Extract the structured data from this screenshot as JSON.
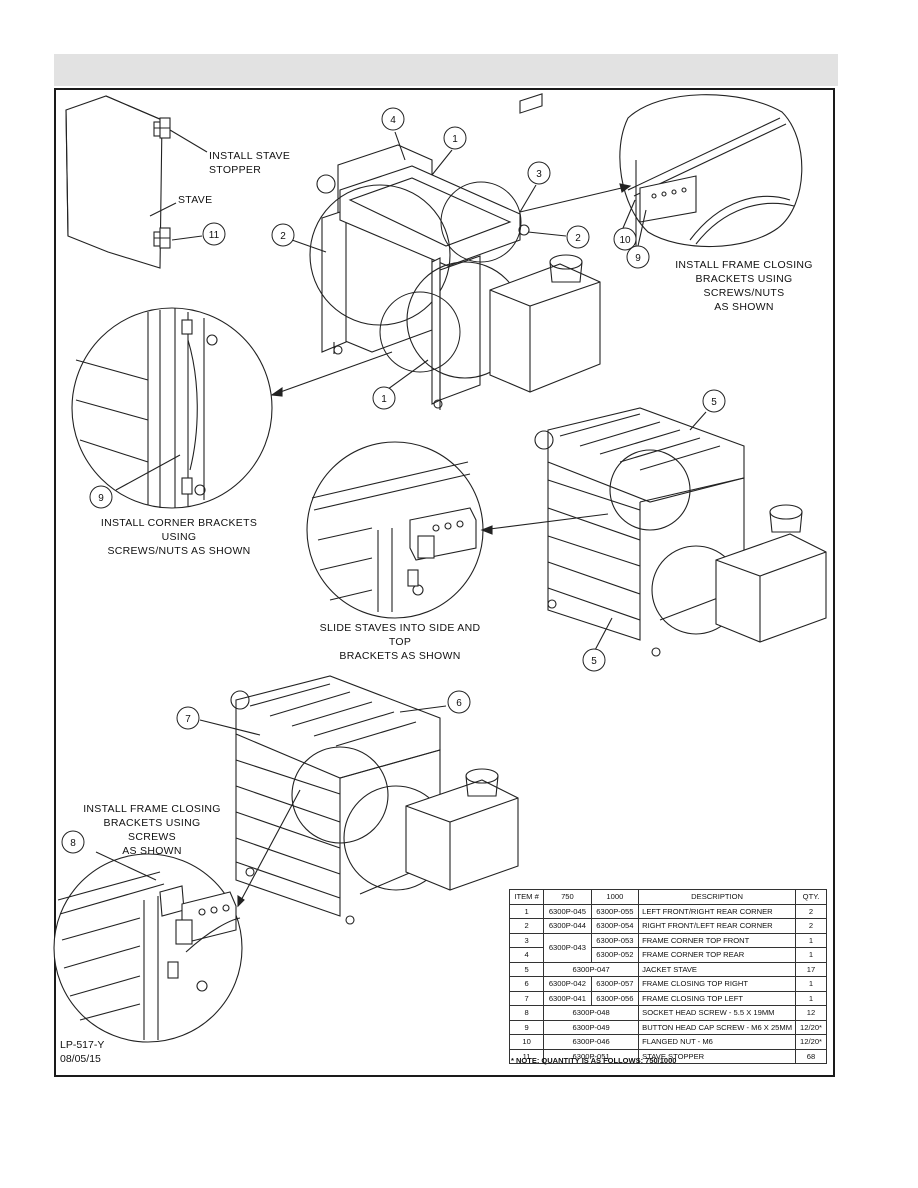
{
  "notes": {
    "install_stave_stopper": [
      "INSTALL STAVE",
      "STOPPER"
    ],
    "stave": "STAVE",
    "install_frame_closing_top": [
      "INSTALL FRAME CLOSING",
      "BRACKETS USING SCREWS/NUTS",
      "AS SHOWN"
    ],
    "install_corner_brackets": [
      "INSTALL CORNER BRACKETS USING",
      "SCREWS/NUTS AS SHOWN"
    ],
    "slide_staves": [
      "SLIDE STAVES INTO SIDE AND TOP",
      "BRACKETS AS SHOWN"
    ],
    "install_frame_closing_bottom": [
      "INSTALL FRAME CLOSING",
      "BRACKETS USING  SCREWS",
      "AS SHOWN"
    ]
  },
  "callouts": [
    "4",
    "1",
    "3",
    "2",
    "2",
    "10",
    "9",
    "11",
    "1",
    "5",
    "9",
    "5",
    "6",
    "7",
    "8"
  ],
  "parts_table": {
    "headers": [
      "ITEM #",
      "750",
      "1000",
      "DESCRIPTION",
      "QTY."
    ],
    "rows": [
      {
        "item": "1",
        "p750": "6300P-045",
        "p1000": "6300P-055",
        "desc": "LEFT FRONT/RIGHT REAR CORNER",
        "qty": "2"
      },
      {
        "item": "2",
        "p750": "6300P-044",
        "p1000": "6300P-054",
        "desc": "RIGHT FRONT/LEFT REAR CORNER",
        "qty": "2"
      },
      {
        "item": "3",
        "p750": "6300P-043",
        "p1000": "6300P-053",
        "desc": "FRAME CORNER TOP FRONT",
        "qty": "1"
      },
      {
        "item": "4",
        "p750": "",
        "p1000": "6300P-052",
        "desc": "FRAME CORNER TOP REAR",
        "qty": "1"
      },
      {
        "item": "5",
        "shared": "6300P-047",
        "desc": "JACKET STAVE",
        "qty": "17"
      },
      {
        "item": "6",
        "p750": "6300P-042",
        "p1000": "6300P-057",
        "desc": "FRAME CLOSING TOP RIGHT",
        "qty": "1"
      },
      {
        "item": "7",
        "p750": "6300P-041",
        "p1000": "6300P-056",
        "desc": "FRAME CLOSING TOP LEFT",
        "qty": "1"
      },
      {
        "item": "8",
        "shared": "6300P-048",
        "desc": "SOCKET HEAD SCREW - 5.5 X 19MM",
        "qty": "12"
      },
      {
        "item": "9",
        "shared": "6300P-049",
        "desc": "BUTTON HEAD CAP SCREW - M6 X 25MM",
        "qty": "12/20*"
      },
      {
        "item": "10",
        "shared": "6300P-046",
        "desc": "FLANGED NUT - M6",
        "qty": "12/20*"
      },
      {
        "item": "11",
        "shared": "6300P-051",
        "desc": "STAVE STOPPER",
        "qty": "68"
      }
    ],
    "note": "* NOTE:  QUANTITY IS AS FOLLOWS: 750/1000"
  },
  "drawing": {
    "id": "LP-517-Y",
    "date": "08/05/15"
  }
}
